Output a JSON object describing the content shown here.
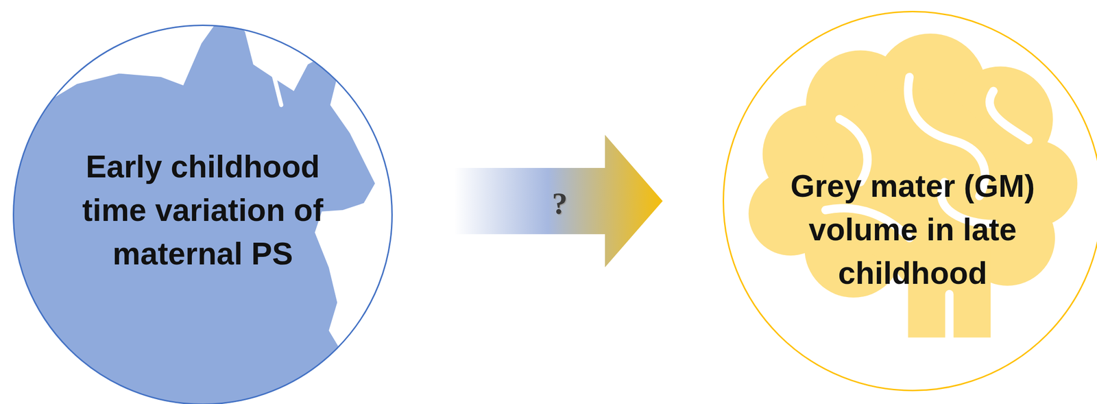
{
  "diagram": {
    "nodes": [
      {
        "text": [
          "Early childhood time variation of maternal PS"
        ]
      },
      {
        "text": [
          "Grey mater (GM) volume in late childhood"
        ]
      }
    ],
    "edges": [
      {
        "from": 0,
        "to": 1,
        "arrow": "to",
        "label": "?"
      }
    ]
  }
}
